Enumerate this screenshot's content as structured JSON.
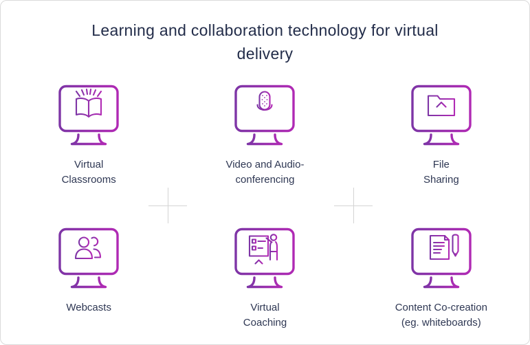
{
  "title": "Learning and collaboration technology for virtual\ndelivery",
  "colors": {
    "background": "#ffffff",
    "card_border": "#dadada",
    "title_text": "#222c49",
    "label_text": "#2e3753",
    "plus": "#d4d4d4",
    "icon_gradient_start": "#7e35a6",
    "icon_gradient_end": "#b02ab4"
  },
  "items": [
    {
      "label": "Virtual\nClassrooms",
      "icon": "monitor-open-book"
    },
    {
      "label": "Video and Audio-\nconferencing",
      "icon": "monitor-microphone"
    },
    {
      "label": "File\nSharing",
      "icon": "monitor-folder-upload"
    },
    {
      "label": "Webcasts",
      "icon": "monitor-people"
    },
    {
      "label": "Virtual\nCoaching",
      "icon": "monitor-presenter"
    },
    {
      "label": "Content Co-creation\n(eg. whiteboards)",
      "icon": "monitor-document-pen"
    }
  ],
  "decorations": {
    "plus_dividers": 2
  }
}
